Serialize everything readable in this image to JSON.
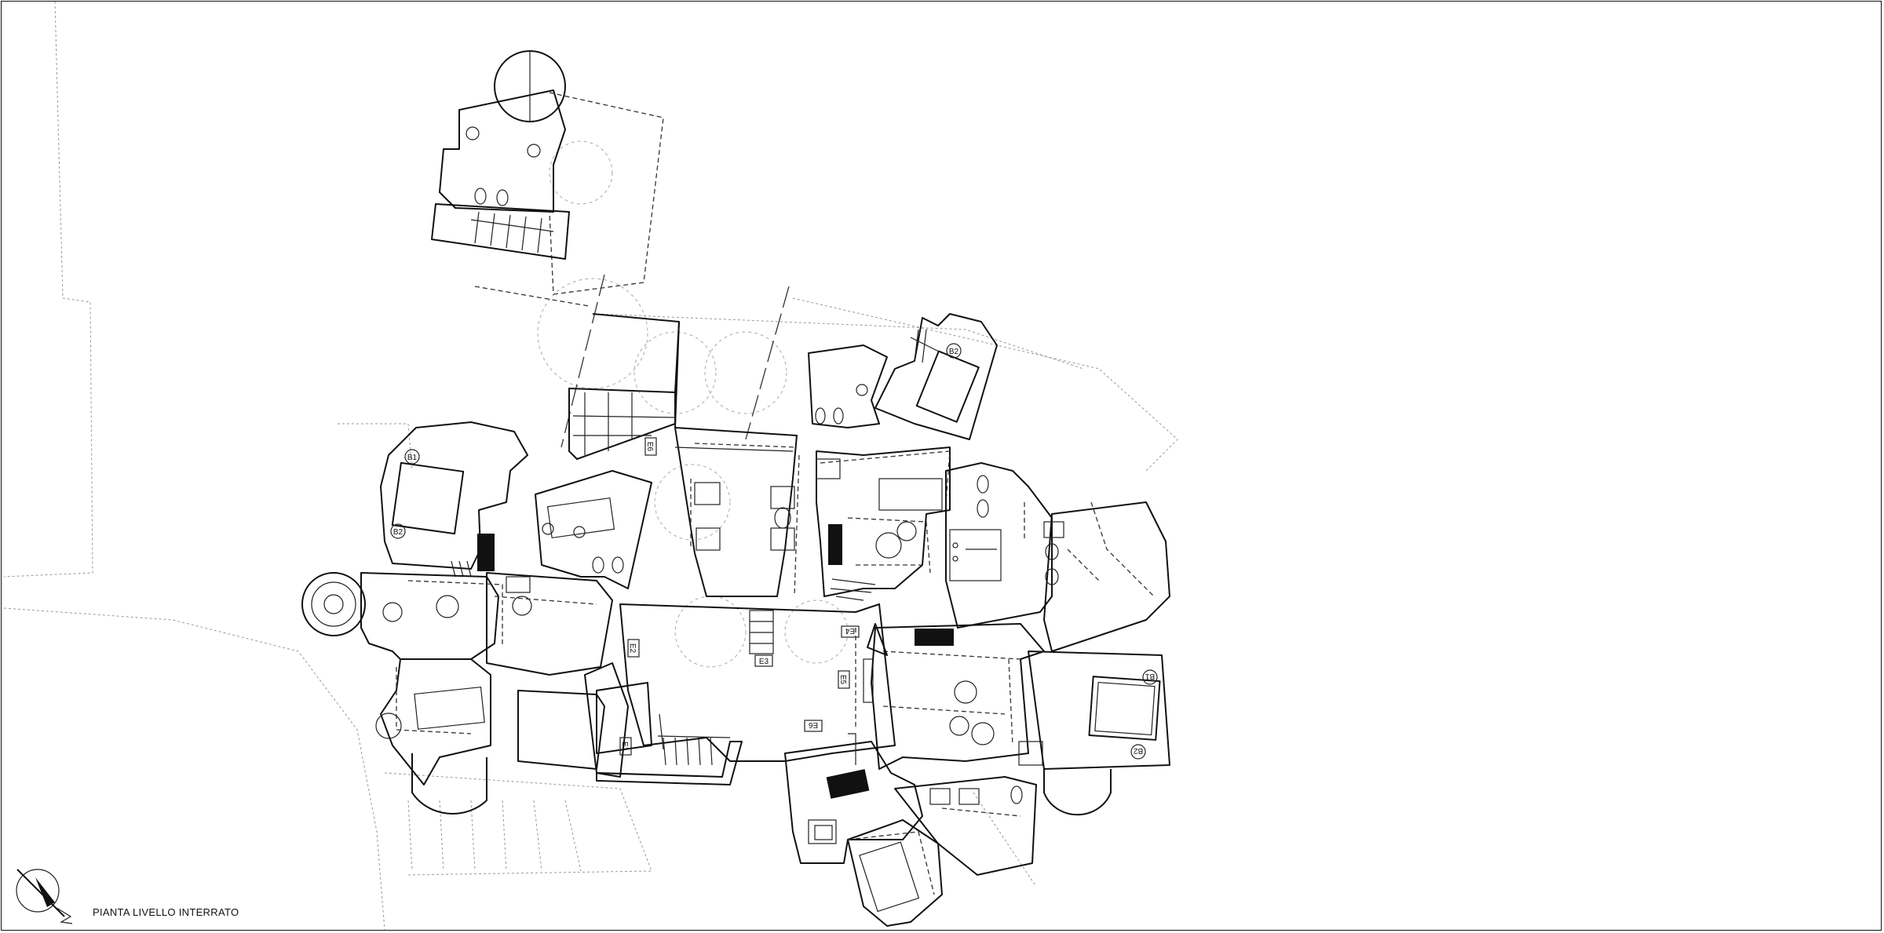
{
  "drawing": {
    "title": "PIANTA LIVELLO INTERRATO"
  },
  "room_tags": [
    "B1",
    "B2",
    "B2",
    "B1",
    "B2"
  ],
  "ramp_labels": [
    "E1",
    "E2",
    "E3",
    "E4",
    "E5",
    "E6",
    "E6"
  ],
  "icons": {
    "north_arrow": "north-arrow-icon"
  }
}
